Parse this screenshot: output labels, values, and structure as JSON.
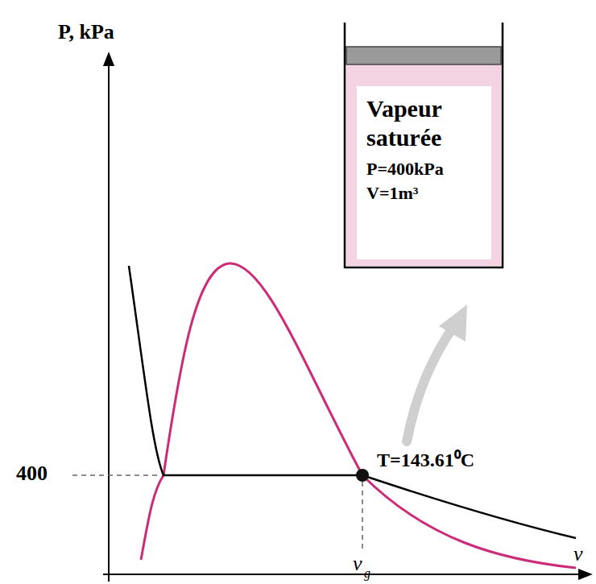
{
  "diagram": {
    "nodes": [
      {
        "text": [
          "Vapeur saturée",
          "P=400kPa",
          "V=1m³"
        ]
      }
    ],
    "labels": [
      "P, kPa",
      "400",
      "T=143.61⁰C",
      "v",
      "g",
      "v"
    ]
  }
}
